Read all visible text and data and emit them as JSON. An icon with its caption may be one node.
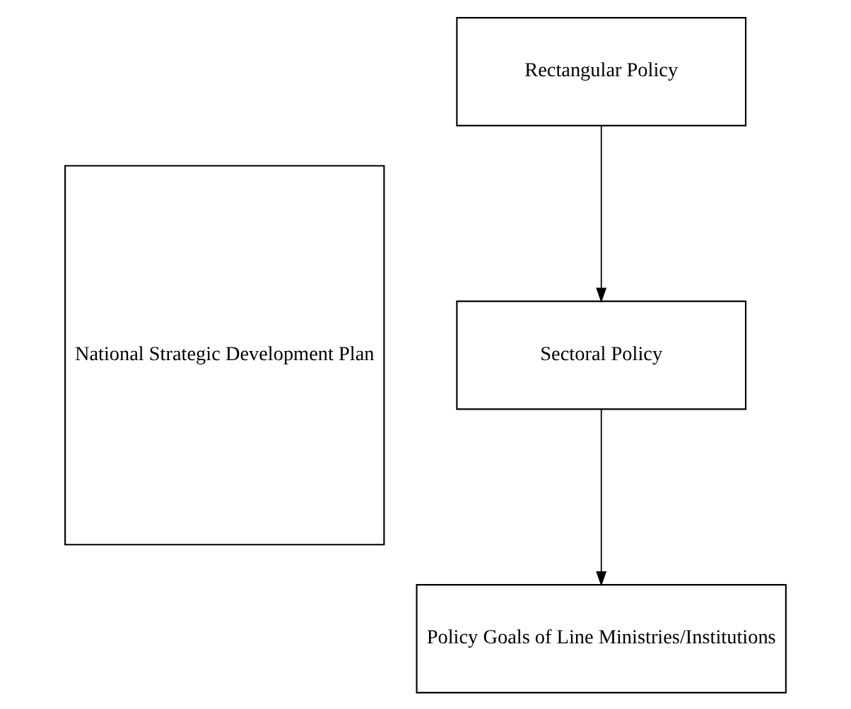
{
  "diagram": {
    "nodes": [
      {
        "text": [
          "National Strategic Development Plan"
        ]
      },
      {
        "text": [
          "Rectangular Policy"
        ]
      },
      {
        "text": [
          "Sectoral Policy"
        ]
      },
      {
        "text": [
          "Policy Goals of Line Ministries/Institutions"
        ]
      }
    ],
    "edges": [
      {
        "from": 1,
        "to": 2,
        "arrow": "to"
      },
      {
        "from": 2,
        "to": 3,
        "arrow": "to"
      }
    ]
  }
}
